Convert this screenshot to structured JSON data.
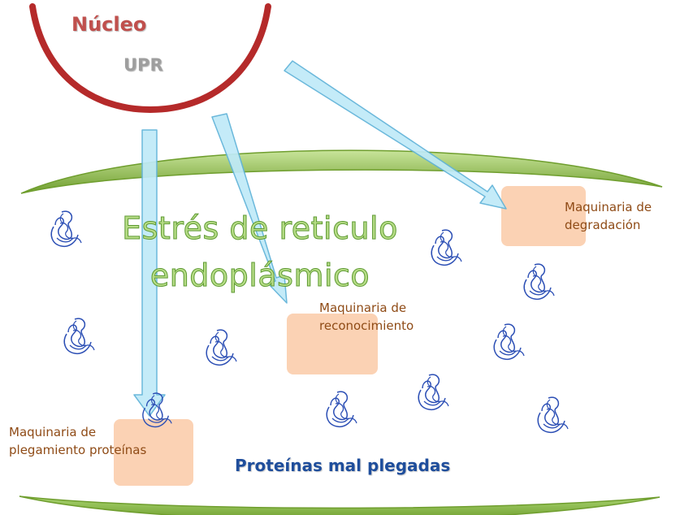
{
  "nucleus": {
    "label": "Núcleo",
    "sub_label": "UPR"
  },
  "er": {
    "title_line1": "Estrés de reticulo",
    "title_line2": "endoplásmico"
  },
  "machinery": {
    "degradation": [
      "Maquinaria de",
      "degradación"
    ],
    "recognition": [
      "Maquinaria de",
      "reconocimiento"
    ],
    "folding": [
      "Maquinaria de",
      "plegamiento proteínas"
    ]
  },
  "misfolded_label": "Proteínas mal plegadas",
  "colors": {
    "nucleus_ring": "#b52a2a",
    "membrane": "#8cbd3f",
    "arrow_fill": "#bfeaf8",
    "arrow_stroke": "#5fb3d9",
    "machinery_box": "#fbd2b4",
    "protein_stroke": "#2c4fb5"
  },
  "icons": [
    "misfolded-protein-icon"
  ]
}
